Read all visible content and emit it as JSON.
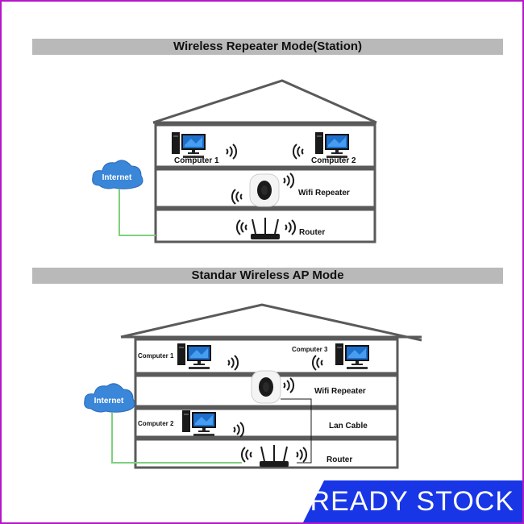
{
  "top_diagram": {
    "title": "Wireless Repeater Mode(Station)",
    "internet_label": "Internet",
    "computer1_label": "Computer 1",
    "computer2_label": "Computer 2",
    "repeater_label": "Wifi Repeater",
    "router_label": "Router"
  },
  "bottom_diagram": {
    "title": "Standar Wireless AP Mode",
    "internet_label": "Internet",
    "computer1_label": "Computer 1",
    "computer2_label": "Computer 2",
    "computer3_label": "Computer 3",
    "repeater_label": "Wifi Repeater",
    "lan_label": "Lan Cable",
    "router_label": "Router"
  },
  "badge": {
    "text": "READY STOCK"
  },
  "colors": {
    "frame": "#b517c8",
    "banner": "#b9b9b9",
    "cloud": "#3a86d8",
    "cable": "#7ed07e",
    "badge": "#1836e6"
  }
}
